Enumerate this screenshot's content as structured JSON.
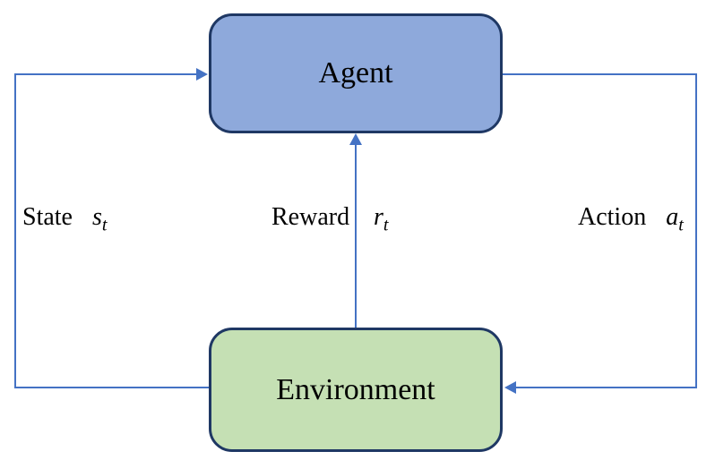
{
  "diagram": {
    "nodes": {
      "agent": {
        "label": "Agent",
        "fill": "#8EA9DB",
        "border": "#1F3864"
      },
      "environment": {
        "label": "Environment",
        "fill": "#C5E0B4",
        "border": "#1F3864"
      }
    },
    "edges": {
      "state": {
        "label": "State",
        "symbol": "s",
        "subscript": "t",
        "from": "environment",
        "to": "agent"
      },
      "reward": {
        "label": "Reward",
        "symbol": "r",
        "subscript": "t",
        "from": "environment",
        "to": "agent"
      },
      "action": {
        "label": "Action",
        "symbol": "a",
        "subscript": "t",
        "from": "agent",
        "to": "environment"
      }
    },
    "arrow_color": "#4472C4"
  }
}
